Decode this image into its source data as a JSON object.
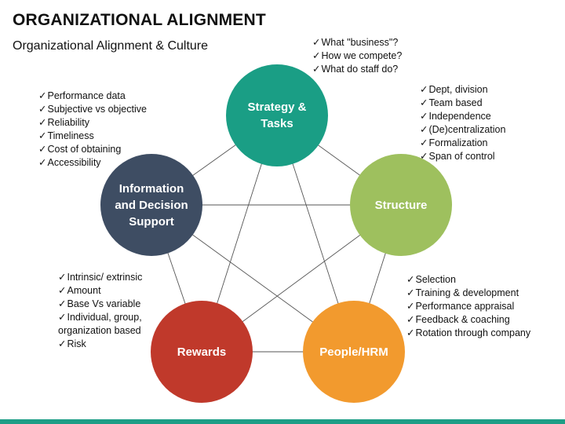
{
  "title": "ORGANIZATIONAL ALIGNMENT",
  "subtitle": "Organizational Alignment & Culture",
  "nodes": [
    {
      "id": "strategy",
      "label_lines": [
        "Strategy &",
        "Tasks"
      ],
      "color": "#1a9e85"
    },
    {
      "id": "structure",
      "label_lines": [
        "Structure"
      ],
      "color": "#9ec05e"
    },
    {
      "id": "people",
      "label_lines": [
        "People/HRM"
      ],
      "color": "#f29a2e"
    },
    {
      "id": "rewards",
      "label_lines": [
        "Rewards"
      ],
      "color": "#c0392b"
    },
    {
      "id": "information",
      "label_lines": [
        "Information",
        "and Decision",
        "Support"
      ],
      "color": "#3e4d63"
    }
  ],
  "lists": {
    "strategy": [
      "What \"business\"?",
      "How we compete?",
      "What do staff do?"
    ],
    "structure": [
      "Dept, division",
      "Team based",
      "Independence",
      "(De)centralization",
      "Formalization",
      "Span of control"
    ],
    "information": [
      "Performance data",
      "Subjective vs objective",
      "Reliability",
      "Timeliness",
      "Cost of obtaining",
      "Accessibility"
    ],
    "rewards": [
      "Intrinsic/ extrinsic",
      "Amount",
      "Base Vs variable",
      "Individual, group,",
      "organization based",
      "Risk"
    ],
    "people": [
      "Selection",
      "Training & development",
      "Performance appraisal",
      "Feedback & coaching",
      "Rotation through company"
    ]
  },
  "connector_color": "#555555",
  "accent": "#1d9e86"
}
